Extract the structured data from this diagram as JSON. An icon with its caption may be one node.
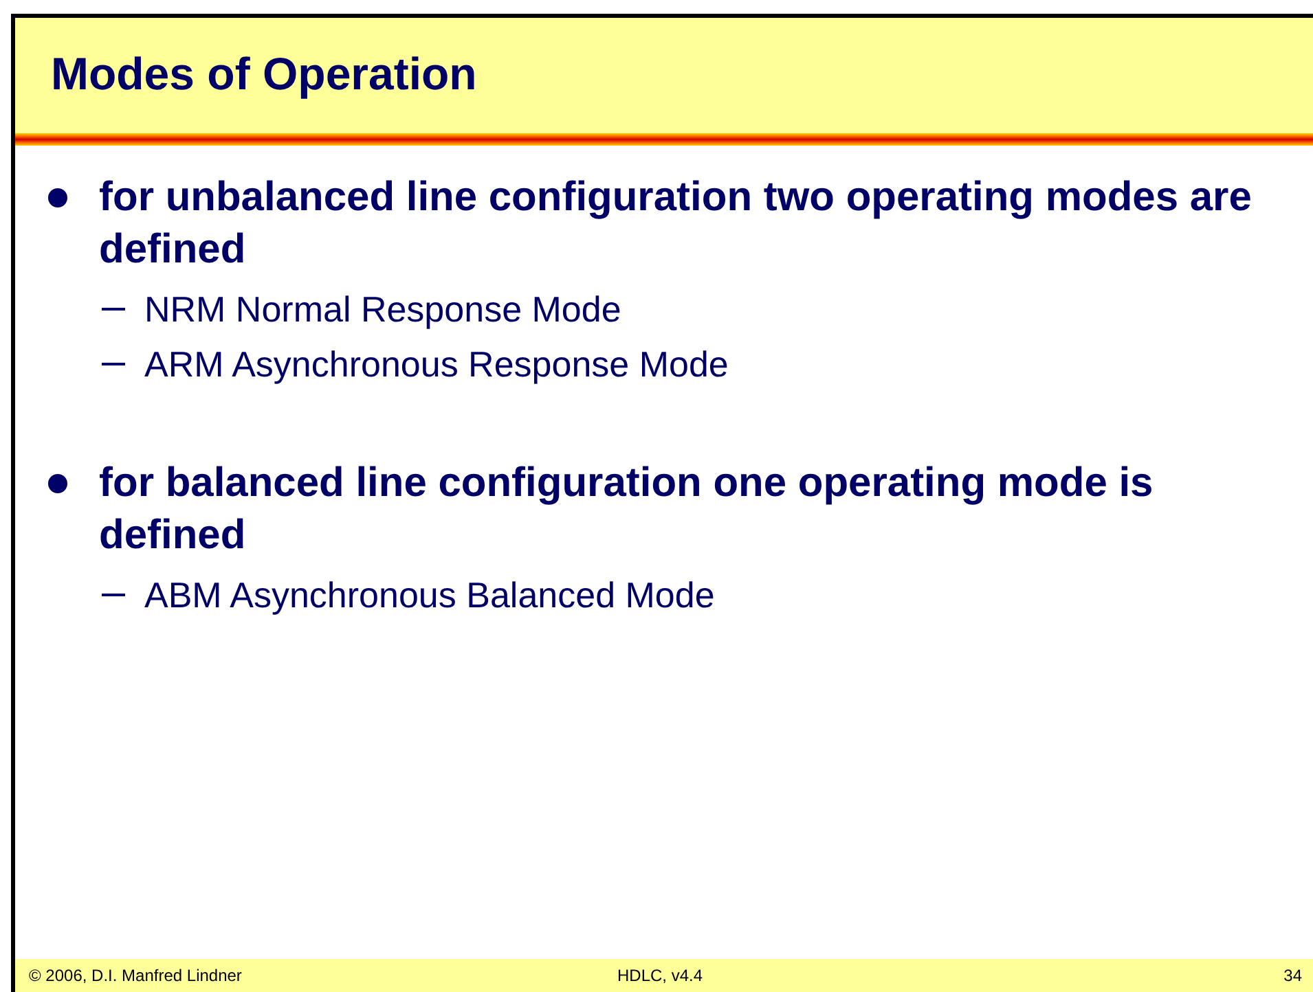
{
  "diagram": {
    "title": "Modes of Operation",
    "labels": [
      "for unbalanced line configuration two operating modes are defined",
      "NRM Normal Response Mode",
      "ARM Asynchronous Response Mode",
      "for balanced line configuration one operating mode is  defined",
      "ABM Asynchronous Balanced Mode",
      "© 2006, D.I. Manfred Lindner",
      "HDLC, v4.4",
      "34"
    ]
  }
}
